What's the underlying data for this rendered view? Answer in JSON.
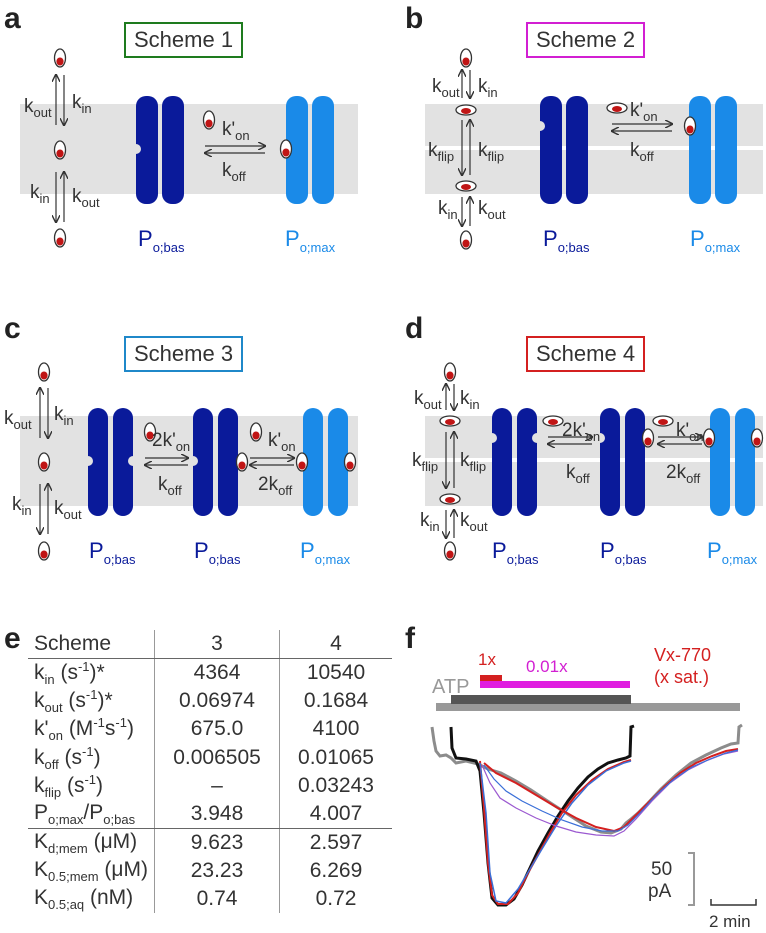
{
  "panels": {
    "a": {
      "letter": "a",
      "scheme": "Scheme 1",
      "border": "#1e7b1e"
    },
    "b": {
      "letter": "b",
      "scheme": "Scheme 2",
      "border": "#d21fd2"
    },
    "c": {
      "letter": "c",
      "scheme": "Scheme 3",
      "border": "#1f88c9"
    },
    "d": {
      "letter": "d",
      "scheme": "Scheme 4",
      "border": "#d42020"
    },
    "e": {
      "letter": "e"
    },
    "f": {
      "letter": "f"
    }
  },
  "labels": {
    "P": "P",
    "bas_sub": "o;bas",
    "max_sub": "o;max",
    "k": "k",
    "two_k": "2k",
    "in": "in",
    "out": "out",
    "on": "on",
    "off": "off",
    "flip": "flip",
    "prime": "'"
  },
  "colors": {
    "dark_channel": "#0a1a9a",
    "light_channel": "#1a8ae8",
    "membrane": "#e2e2e2",
    "ligand_red": "#c01515"
  },
  "table": {
    "header": {
      "label": "Scheme",
      "s3": "3",
      "s4": "4"
    },
    "rows": [
      {
        "name": "kin",
        "sub": "in",
        "unit": " (s",
        "unit_sup": "-1",
        "tail": ")*",
        "s3": "4364",
        "s4": "10540"
      },
      {
        "name": "kout",
        "sub": "out",
        "unit": " (s",
        "unit_sup": "-1",
        "tail": ")*",
        "s3": "0.06974",
        "s4": "0.1684"
      },
      {
        "name": "kon",
        "sub": "on",
        "unit": " (M",
        "unit_sup": "-1",
        "tail2": "s",
        "tail2_sup": "-1",
        "tail": ")",
        "s3": "675.0",
        "s4": "4100"
      },
      {
        "name": "koff",
        "sub": "off",
        "unit": " (s",
        "unit_sup": "-1",
        "tail": ")",
        "s3": "0.006505",
        "s4": "0.01065"
      },
      {
        "name": "kflip",
        "sub": "flip",
        "unit": " (s",
        "unit_sup": "-1",
        "tail": ")",
        "s3": "–",
        "s4": "0.03243"
      },
      {
        "name": "pratio",
        "s3": "3.948",
        "s4": "4.007"
      },
      {
        "name": "kdmem",
        "sub": "d;mem",
        "unit": " (μM)",
        "s3": "9.623",
        "s4": "2.597"
      },
      {
        "name": "k05mem",
        "sub": "0.5;mem",
        "unit": " (μM)",
        "s3": "23.23",
        "s4": "6.269"
      },
      {
        "name": "k05aq",
        "sub": "0.5;aq",
        "unit": " (nM)",
        "s3": "0.74",
        "s4": "0.72"
      }
    ],
    "pratio_parts": {
      "P": "P",
      "max": "o;max",
      "slash": "/P",
      "bas": "o;bas"
    }
  },
  "trace": {
    "atp_label": "ATP",
    "bar_1x": "1x",
    "bar_001x": "0.01x",
    "vx_label": "Vx-770",
    "vx_sub": "(x sat.)",
    "scale_value": "50",
    "scale_unit": "pA",
    "scale_time": "2 min"
  }
}
